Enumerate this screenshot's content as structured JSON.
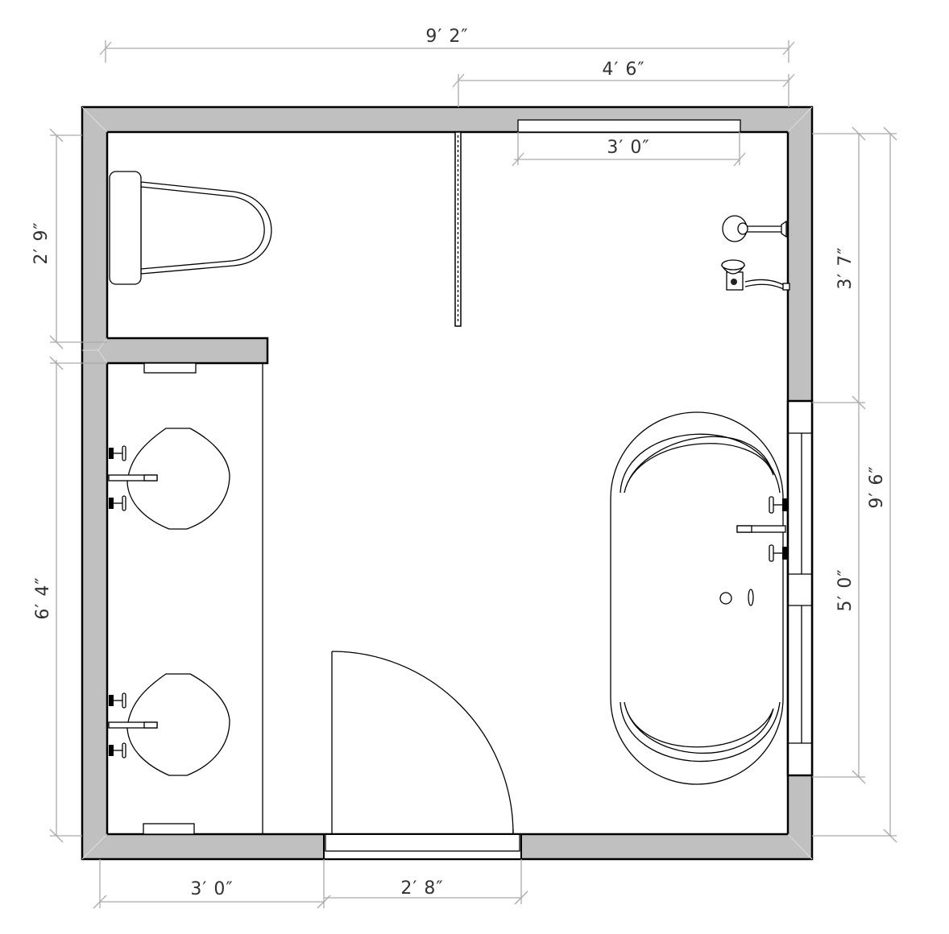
{
  "plan": {
    "title": "Bathroom floor plan",
    "colors": {
      "wall": "#c0c0c0",
      "outline": "#000000",
      "dimension": "#aaaaaa"
    },
    "dimensions": {
      "overall_width": "9′ 2″",
      "shower_width": "4′ 6″",
      "top_window": "3′ 0″",
      "toilet_room_depth": "2′ 9″",
      "vanity_length": "6′ 4″",
      "shower_depth": "3′ 7″",
      "overall_depth": "9′ 6″",
      "tub_window": "5′ 0″",
      "bottom_left": "3′ 0″",
      "door_width": "2′ 8″"
    },
    "fixtures": [
      "toilet",
      "shower-head",
      "shower-valve",
      "double-vanity",
      "freestanding-tub",
      "door"
    ]
  }
}
